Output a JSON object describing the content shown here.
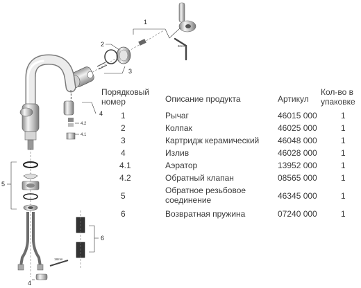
{
  "headers": {
    "number": "Порядковый номер",
    "description": "Описание продукта",
    "article": "Артикул",
    "quantity": "Кол-во в упаковке"
  },
  "rows": [
    {
      "number": "1",
      "description": "Рычаг",
      "article": "46015 000",
      "quantity": "1"
    },
    {
      "number": "2",
      "description": "Колпак",
      "article": "46025 000",
      "quantity": "1"
    },
    {
      "number": "3",
      "description": "Картридж керамический",
      "article": "46048 000",
      "quantity": "1"
    },
    {
      "number": "4",
      "description": "Излив",
      "article": "46028 000",
      "quantity": "1"
    },
    {
      "number": "4.1",
      "description": "Аэратор",
      "article": "13952 000",
      "quantity": "1"
    },
    {
      "number": "4.2",
      "description": "Обратный клапан",
      "article": "08565 000",
      "quantity": "1"
    },
    {
      "number": "5",
      "description": "Обратное резьбовое соединение",
      "article": "46345 000",
      "quantity": "1"
    },
    {
      "number": "6",
      "description": "Возвратная пружина",
      "article": "07240 000",
      "quantity": "1"
    }
  ],
  "diagram_labels": {
    "l1": "1",
    "l2": "2",
    "l3": "3",
    "l4": "4",
    "l41": "4.1",
    "l42": "4.2",
    "l5": "5",
    "l6": "6",
    "l4b": "4",
    "hex_size": "3mm",
    "wrench_size": "18mm"
  }
}
